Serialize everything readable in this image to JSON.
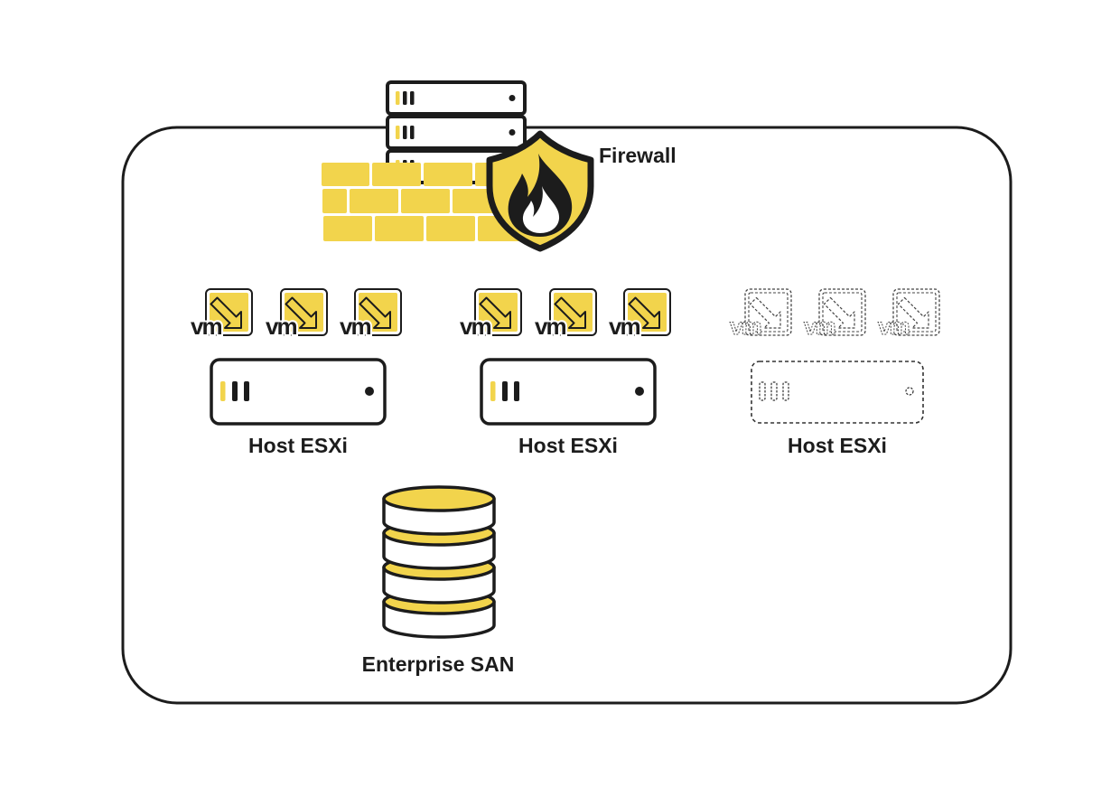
{
  "firewall": {
    "label": "Firewall",
    "icon": "flame-shield-icon"
  },
  "hosts": [
    {
      "label": "Host ESXi",
      "vm_label": "vm"
    },
    {
      "label": "Host ESXi",
      "vm_label": "vm"
    },
    {
      "label": "Host ESXi",
      "vm_label": "vm"
    }
  ],
  "storage": {
    "label": "Enterprise SAN",
    "icon": "database-stack-icon"
  },
  "colors": {
    "accent": "#f2d44c",
    "stroke": "#1c1c1c",
    "background": "#ffffff"
  }
}
